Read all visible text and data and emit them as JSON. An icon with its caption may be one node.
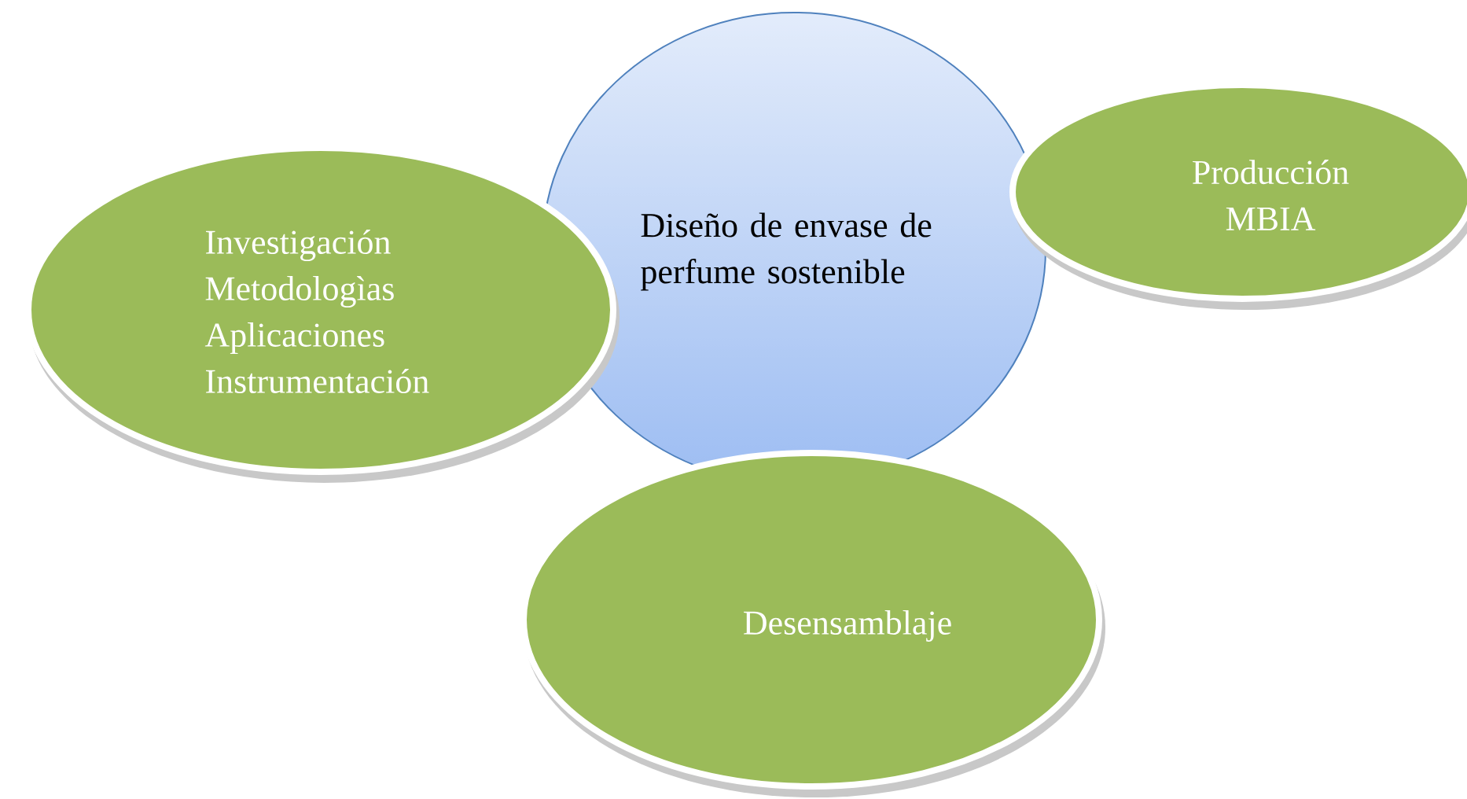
{
  "diagram": {
    "nodes": [
      {
        "text": [
          "Diseño de envase de perfume sostenible"
        ]
      },
      {
        "text": [
          "Investigación",
          "Metodologìas",
          "Aplicaciones",
          "Instrumentación"
        ]
      },
      {
        "text": [
          "Producción MBIA"
        ]
      },
      {
        "text": [
          "Desensamblaje"
        ]
      }
    ]
  }
}
